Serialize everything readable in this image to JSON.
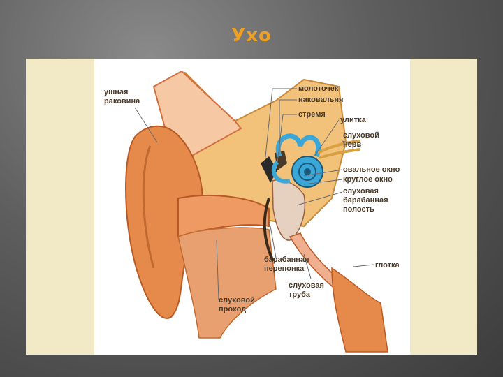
{
  "slide": {
    "title": "Ухо"
  },
  "labels": {
    "auricle_1": "ушная",
    "auricle_2": "раковина",
    "malleus": "молоточек",
    "incus": "наковальня",
    "stapes": "стремя",
    "cochlea": "улитка",
    "nerve_1": "слуховой",
    "nerve_2": "нерв",
    "oval_window": "овальное окно",
    "round_window": "круглое окно",
    "cavity_1": "слуховая",
    "cavity_2": "барабанная",
    "cavity_3": "полость",
    "eardrum_1": "барабанная",
    "eardrum_2": "перепонка",
    "canal_1": "слуховой",
    "canal_2": "проход",
    "tube_1": "слуховая",
    "tube_2": "труба",
    "pharynx": "глотка"
  },
  "colors": {
    "title": "#f0a020",
    "panel": "#f2e9c6",
    "skin": "#e58a4a",
    "bone": "#f2c27a",
    "inner_ear": "#3aa7d8",
    "label": "#4a3a2a"
  }
}
